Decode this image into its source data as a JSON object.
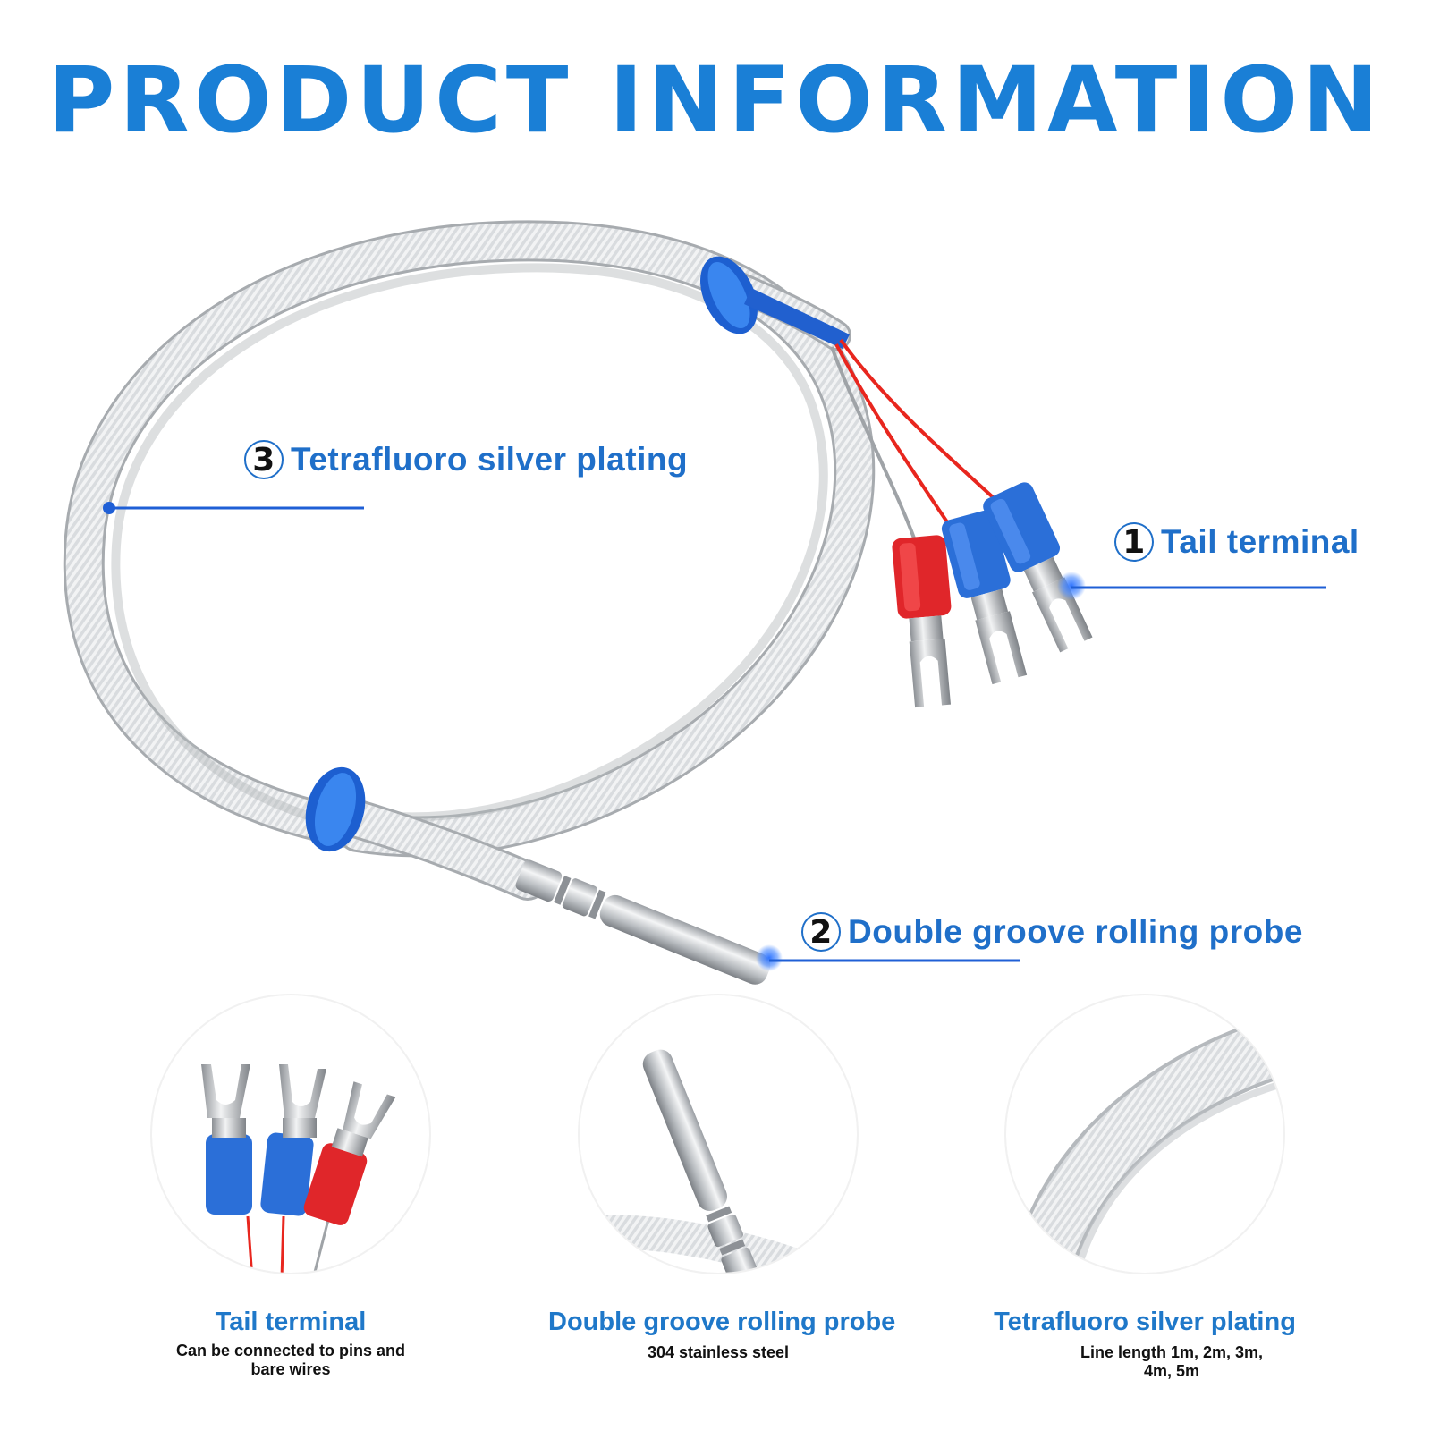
{
  "title": "PRODUCT INFORMATION",
  "colors": {
    "accent": "#1a7fd6",
    "callout_line": "#1f5fd6",
    "terminal_blue": "#2b6fd8",
    "terminal_red": "#e0262a",
    "wire_red": "#e8261e"
  },
  "callouts": [
    {
      "number": "1",
      "label": "Tail terminal"
    },
    {
      "number": "2",
      "label": "Double groove rolling probe"
    },
    {
      "number": "3",
      "label": "Tetrafluoro silver plating"
    }
  ],
  "features": [
    {
      "title": "Tail terminal",
      "description": "Can be connected to pins and bare wires"
    },
    {
      "title": "Double groove rolling probe",
      "description": "304 stainless steel"
    },
    {
      "title": "Tetrafluoro silver plating",
      "description": "Line length 1m, 2m, 3m, 4m, 5m"
    }
  ]
}
